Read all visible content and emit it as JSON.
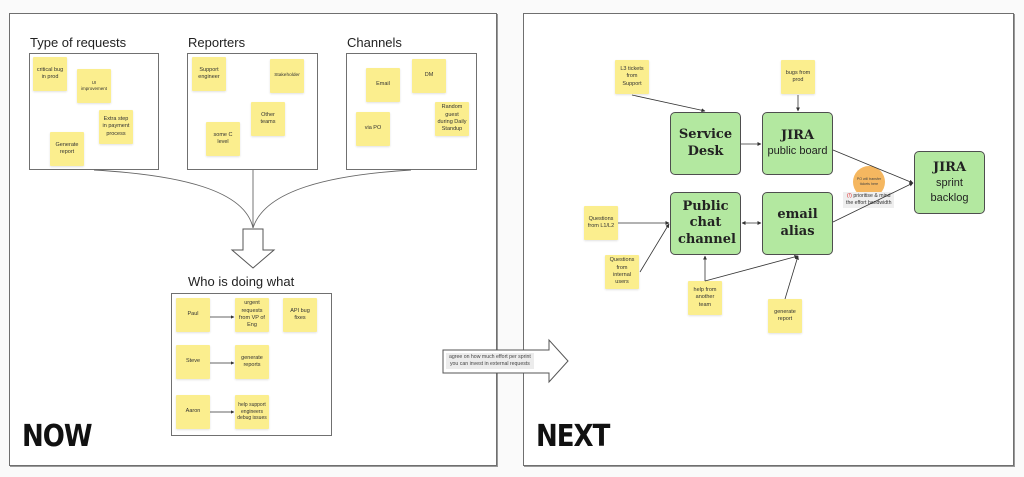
{
  "now_panel": {
    "label": "NOW",
    "sections": {
      "type_of_requests": {
        "title": "Type of requests",
        "stickies": [
          "critical bug in prod",
          "UI improvement",
          "Extra step in payment process",
          "Generate report"
        ]
      },
      "reporters": {
        "title": "Reporters",
        "stickies": [
          "Support engineer",
          "Stakeholder",
          "Other teams",
          "some C level"
        ]
      },
      "channels": {
        "title": "Channels",
        "stickies": [
          "Email",
          "DM",
          "via PO",
          "Random guest during Daily Standup"
        ]
      },
      "who_is_doing_what": {
        "title": "Who is doing what",
        "people": [
          "Paul",
          "Steve",
          "Aaron"
        ],
        "tasks": [
          "urgent requests from VP of Eng",
          "API bug fixes",
          "generate reports",
          "help support engineers debug issues"
        ]
      }
    }
  },
  "transition_arrow": {
    "text_line1": "agree on how much effort per sprint",
    "text_line2": "you can invest in external requests"
  },
  "next_panel": {
    "label": "NEXT",
    "inputs": {
      "l3_tickets": "L3 tickets from Support",
      "bugs_from_prod": "bugs from prod",
      "questions_l1l2": "Questions from L1/L2",
      "questions_internal": "Questions from internal users",
      "help_another_team": "help from another team",
      "generate_report": "generate report"
    },
    "boxes": {
      "service_desk": {
        "bold": "Service Desk",
        "normal": ""
      },
      "jira_public": {
        "bold": "JIRA",
        "normal": "public board"
      },
      "public_chat": {
        "bold": "Public chat channel",
        "normal": ""
      },
      "email_alias": {
        "bold": "email alias",
        "normal": ""
      },
      "jira_sprint": {
        "bold": "JIRA",
        "normal": "sprint backlog"
      }
    },
    "po_note": "PO will transfer tickets here",
    "prioritise_note": {
      "icon": "(!)",
      "line1": "prioritise & mind",
      "line2": "the effort bandwidth"
    }
  },
  "colors": {
    "sticky": "#fbee8e",
    "green_box": "#b3e8a0",
    "po_circle": "#f5b760",
    "frame_border": "#6f6f6f"
  }
}
